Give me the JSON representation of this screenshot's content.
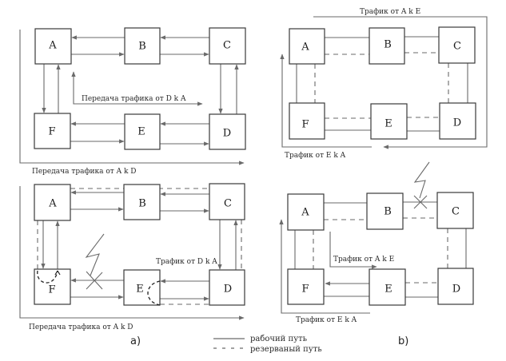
{
  "panels": {
    "a_top": {
      "nodes": [
        "A",
        "B",
        "C",
        "F",
        "E",
        "D"
      ],
      "caption_outer": "Передача трафика от A k D",
      "caption_inner": "Передача трафика от D k A"
    },
    "a_bottom": {
      "nodes": [
        "A",
        "B",
        "C",
        "F",
        "E",
        "D"
      ],
      "caption_outer": "Передача трафика от A k D",
      "caption_inner": "Трафик от D k A"
    },
    "b_top": {
      "nodes": [
        "A",
        "B",
        "C",
        "F",
        "E",
        "D"
      ],
      "caption_top": "Трафик от A k E",
      "caption_bottom": "Трафик от E k A"
    },
    "b_bottom": {
      "nodes": [
        "A",
        "B",
        "C",
        "F",
        "E",
        "D"
      ],
      "caption_inner": "Трафик от A k E",
      "caption_bottom": "Трафик от E k A"
    }
  },
  "labels": {
    "a": "a)",
    "b": "b)"
  },
  "legend": {
    "working": "рабочий путь",
    "backup": "резерваный путь"
  }
}
